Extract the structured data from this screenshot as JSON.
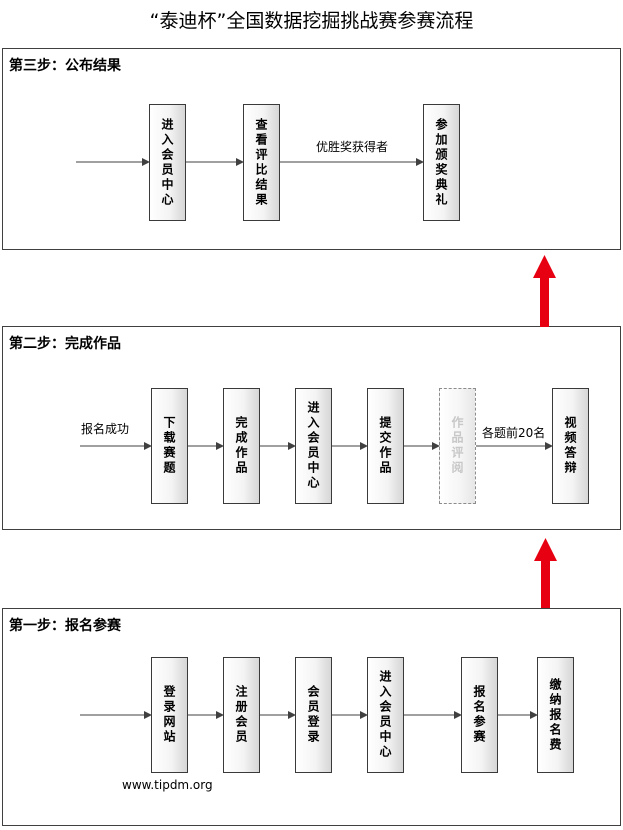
{
  "title": "“泰迪杯”全国数据挖掘挑战赛参赛流程",
  "steps": {
    "step3": {
      "label": "第三步：公布结果",
      "nodes": [
        "进入会员中心",
        "查看评比结果",
        "参加颁奖典礼"
      ],
      "edge_label": "优胜奖获得者"
    },
    "step2": {
      "label": "第二步：完成作品",
      "entry_label": "报名成功",
      "nodes": [
        "下载赛题",
        "完成作品",
        "进入会员中心",
        "提交作品",
        "作品评阅",
        "视频答辩"
      ],
      "edge_label": "各题前20名"
    },
    "step1": {
      "label": "第一步：报名参赛",
      "nodes": [
        "登录网站",
        "注册会员",
        "会员登录",
        "进入会员中心",
        "报名参赛",
        "缴纳报名费"
      ],
      "website": "www.tipdm.org"
    }
  },
  "colors": {
    "flow_arrow": "#e60012",
    "connector": "#404040"
  }
}
